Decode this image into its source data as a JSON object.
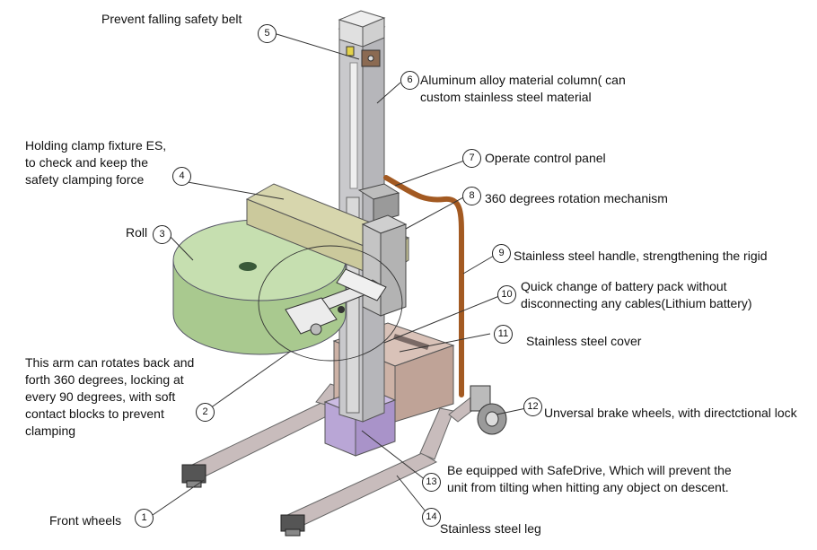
{
  "colors": {
    "roll": "#a9c98f",
    "roll_top": "#c6dfb0",
    "column": "#c9c9cc",
    "clamp": "#d7d6ad",
    "cover": "#cdb2a6",
    "base": "#b9a6d6",
    "handle": "#a35a22",
    "leg": "#c8bcbc"
  },
  "callouts": [
    {
      "num": "1",
      "text": "Front wheels"
    },
    {
      "num": "2",
      "text": "This arm can rotates back and forth 360 degrees, locking at every 90 degrees,  with soft contact blocks to prevent clamping"
    },
    {
      "num": "3",
      "text": "Roll"
    },
    {
      "num": "4",
      "text": "Holding clamp fixture ES, to check and keep the safety clamping force"
    },
    {
      "num": "5",
      "text": "Prevent falling safety belt"
    },
    {
      "num": "6",
      "text": "Aluminum alloy material column( can custom stainless steel material"
    },
    {
      "num": "7",
      "text": "Operate control panel"
    },
    {
      "num": "8",
      "text": "360 degrees rotation mechanism"
    },
    {
      "num": "9",
      "text": "Stainless steel handle, strengthening the rigid"
    },
    {
      "num": "10",
      "text": "Quick change of battery pack without disconnecting any cables(Lithium battery)"
    },
    {
      "num": "11",
      "text": "Stainless steel cover"
    },
    {
      "num": "12",
      "text": "Unversal brake  wheels, with directctional lock"
    },
    {
      "num": "13",
      "text": "Be equipped with SafeDrive, Which will prevent the unit from tilting when hitting any object on descent."
    },
    {
      "num": "14",
      "text": "Stainless steel leg"
    }
  ]
}
